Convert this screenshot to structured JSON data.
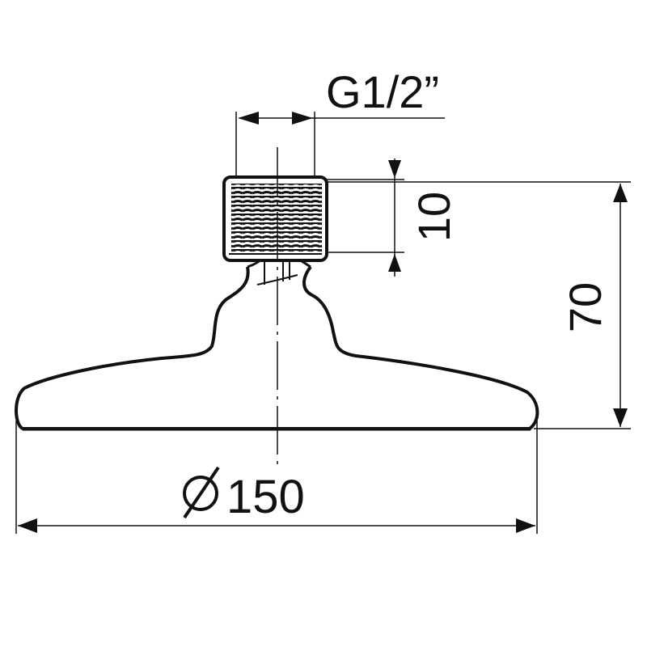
{
  "dimensions": {
    "thread_label": "G1/2”",
    "thread_length_label": "10",
    "height_label": "70",
    "diameter_label": "150"
  },
  "icons": {
    "diameter": "diameter-symbol-icon"
  },
  "colors": {
    "ink": "#111111",
    "background": "#ffffff"
  }
}
